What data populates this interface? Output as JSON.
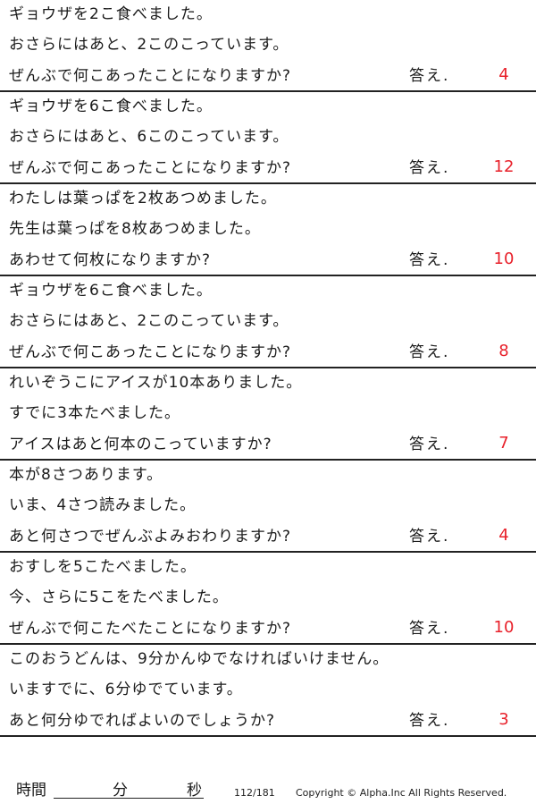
{
  "problems": [
    {
      "lines": [
        "ギョウザを2こ食べました。",
        "おさらにはあと、2このこっています。",
        "ぜんぶで何こあったことになりますか?"
      ],
      "answer_label": "答え.",
      "answer": "4"
    },
    {
      "lines": [
        "ギョウザを6こ食べました。",
        "おさらにはあと、6このこっています。",
        "ぜんぶで何こあったことになりますか?"
      ],
      "answer_label": "答え.",
      "answer": "12"
    },
    {
      "lines": [
        "わたしは葉っぱを2枚あつめました。",
        "先生は葉っぱを8枚あつめました。",
        "あわせて何枚になりますか?"
      ],
      "answer_label": "答え.",
      "answer": "10"
    },
    {
      "lines": [
        "ギョウザを6こ食べました。",
        "おさらにはあと、2このこっています。",
        "ぜんぶで何こあったことになりますか?"
      ],
      "answer_label": "答え.",
      "answer": "8"
    },
    {
      "lines": [
        "れいぞうこにアイスが10本ありました。",
        "すでに3本たべました。",
        "アイスはあと何本のこっていますか?"
      ],
      "answer_label": "答え.",
      "answer": "7"
    },
    {
      "lines": [
        "本が8さつあります。",
        "いま、4さつ読みました。",
        "あと何さつでぜんぶよみおわりますか?"
      ],
      "answer_label": "答え.",
      "answer": "4"
    },
    {
      "lines": [
        "おすしを5こたべました。",
        "今、さらに5こをたべました。",
        "ぜんぶで何こたべたことになりますか?"
      ],
      "answer_label": "答え.",
      "answer": "10"
    },
    {
      "lines": [
        "このおうどんは、9分かんゆでなければいけません。",
        "いますでに、6分ゆでています。",
        "あと何分ゆでればよいのでしょうか?"
      ],
      "answer_label": "答え.",
      "answer": "3"
    }
  ],
  "footer": {
    "time_label": "時間",
    "minutes_label": "分",
    "seconds_label": "秒",
    "page": "112/181",
    "copyright": "Copyright ©  Alpha.Inc All Rights Reserved."
  }
}
